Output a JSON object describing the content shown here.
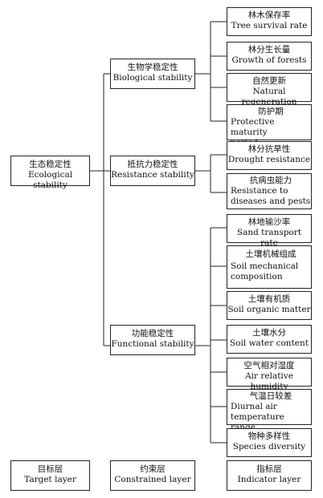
{
  "target": {
    "zh": "生态稳定性",
    "en": "Ecological stability"
  },
  "constraints": [
    {
      "zh": "生物学稳定性",
      "en": "Biological stability"
    },
    {
      "zh": "抵抗力稳定性",
      "en": "Resistance stability"
    },
    {
      "zh": "功能稳定性",
      "en": "Functional stability"
    }
  ],
  "indicators": [
    {
      "zh": "林木保存率",
      "en": "Tree survival rate"
    },
    {
      "zh": "林分生长量",
      "en": "Growth of forests"
    },
    {
      "zh": "自然更新",
      "en": "Natural regeneration"
    },
    {
      "zh": "防护期",
      "en": "Protective maturity\nperiod"
    },
    {
      "zh": "林分抗旱性",
      "en": "Drought resistance"
    },
    {
      "zh": "抗病虫能力",
      "en": "Resistance to\ndiseases and pests"
    },
    {
      "zh": "林地输沙率",
      "en": "Sand transport rate"
    },
    {
      "zh": "土壤机械组成",
      "en": "Soil mechanical\ncomposition"
    },
    {
      "zh": "土壤有机质",
      "en": "Soil organic matter"
    },
    {
      "zh": "土壤水分",
      "en": "Soil water content"
    },
    {
      "zh": "空气相对湿度",
      "en": "Air relative humidity"
    },
    {
      "zh": "气温日较差",
      "en": "Diurnal air\ntemperature range"
    },
    {
      "zh": "物种多样性",
      "en": "Species diversity"
    }
  ],
  "layers": [
    {
      "zh": "目标层",
      "en": "Target layer"
    },
    {
      "zh": "约束层",
      "en": "Constrained layer"
    },
    {
      "zh": "指标层",
      "en": "Indicator layer"
    }
  ]
}
